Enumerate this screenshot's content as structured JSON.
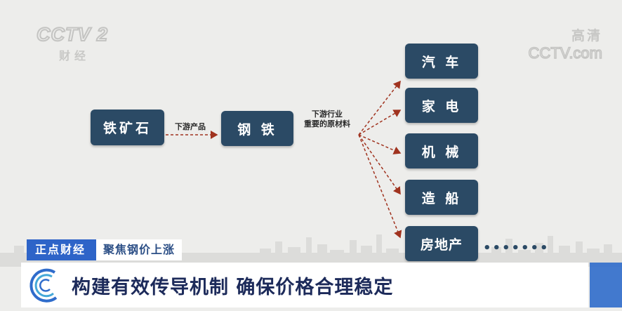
{
  "watermark": {
    "left_logo": "CCTV 2",
    "left_sub": "财经",
    "right_hd": "高清",
    "right_domain": "CCTV.com"
  },
  "diagram": {
    "source": "铁矿石",
    "edge1_label": "下游产品",
    "middle": "钢 铁",
    "edge2_label_line1": "下游行业",
    "edge2_label_line2": "重要的原材料",
    "targets": [
      "汽 车",
      "家 电",
      "机 械",
      "造 船",
      "房地产"
    ],
    "more": "•••••••"
  },
  "colors": {
    "node": "#2b4a65",
    "arrow": "#a0331f",
    "tag_blue": "#2e64c8"
  },
  "lower_third": {
    "program": "正点财经",
    "topic": "聚焦钢价上涨",
    "headline": "构建有效传导机制 确保价格合理稳定"
  }
}
